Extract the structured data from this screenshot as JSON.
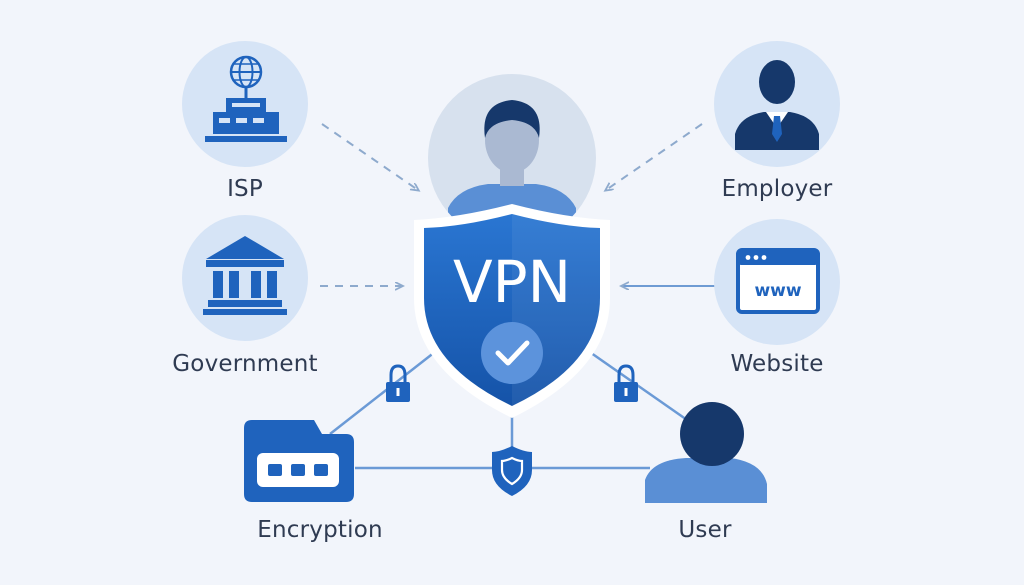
{
  "labels": {
    "isp": "ISP",
    "government": "Government",
    "employer": "Employer",
    "website": "Website",
    "encryption": "Encryption",
    "user": "User"
  },
  "shield": {
    "text": "VPN"
  },
  "website_icon": {
    "text": "www"
  },
  "icons": {
    "isp": "network-globe-icon",
    "government": "government-building-icon",
    "employer": "businessman-icon",
    "website": "browser-window-icon",
    "encryption": "encrypted-folder-icon",
    "user": "user-silhouette-icon",
    "center": "person-icon",
    "shield": "vpn-shield-icon",
    "check": "checkmark-icon",
    "lock": "padlock-icon",
    "small_shield": "small-shield-icon"
  },
  "colors": {
    "background": "#f2f5fb",
    "circle": "#d6e4f6",
    "primary": "#1f63bd",
    "dark": "#16386b",
    "light_blue": "#5d93d6",
    "arrow": "#8eaacd",
    "text": "#2f3b52"
  }
}
